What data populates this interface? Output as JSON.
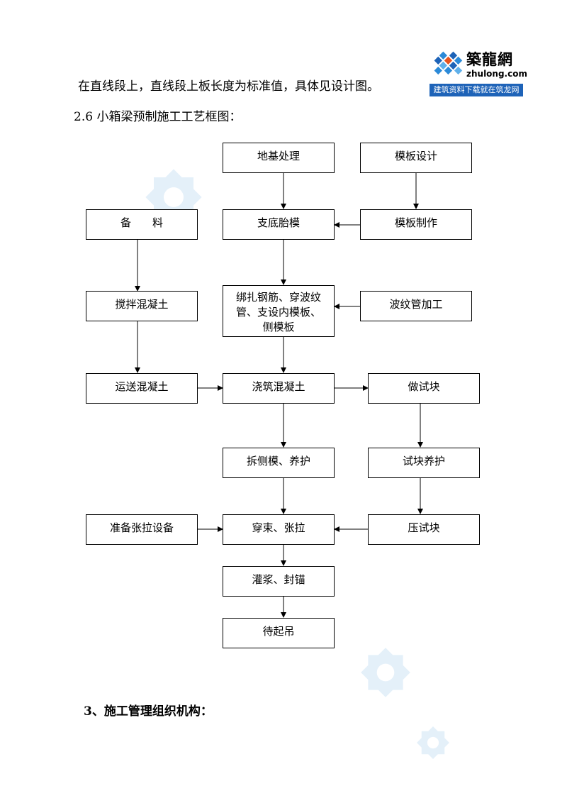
{
  "logo": {
    "title": "築龍網",
    "domain": "zhulong.com",
    "slogan": "建筑资料下载就在筑龙网"
  },
  "intro_text": "在直线段上，直线段上板长度为标准值，具体见设计图。",
  "section_title": "2.6  小箱梁预制施工工艺框图：",
  "flow": {
    "foundation": "地基处理",
    "formwork_design": "模板设计",
    "materials": "备　　料",
    "base_mold": "支底胎模",
    "formwork_making": "模板制作",
    "mixing": "搅拌混凝土",
    "rebar_line1": "绑扎钢筋、穿波纹",
    "rebar_line2": "管、支设内模板、",
    "rebar_line3": "侧模板",
    "duct_processing": "波纹管加工",
    "transport": "运送混凝土",
    "pouring": "浇筑混凝土",
    "test_block": "做试块",
    "side_form_removal": "拆侧模、养护",
    "test_curing": "试块养护",
    "tension_equipment": "准备张拉设备",
    "strand_tension": "穿束、张拉",
    "test_press": "压试块",
    "grouting": "灌浆、封锚",
    "await_lifting": "待起吊"
  },
  "next_heading": "3、施工管理组织机构：",
  "watermark": {
    "brand_color": "#3a8fd6"
  }
}
